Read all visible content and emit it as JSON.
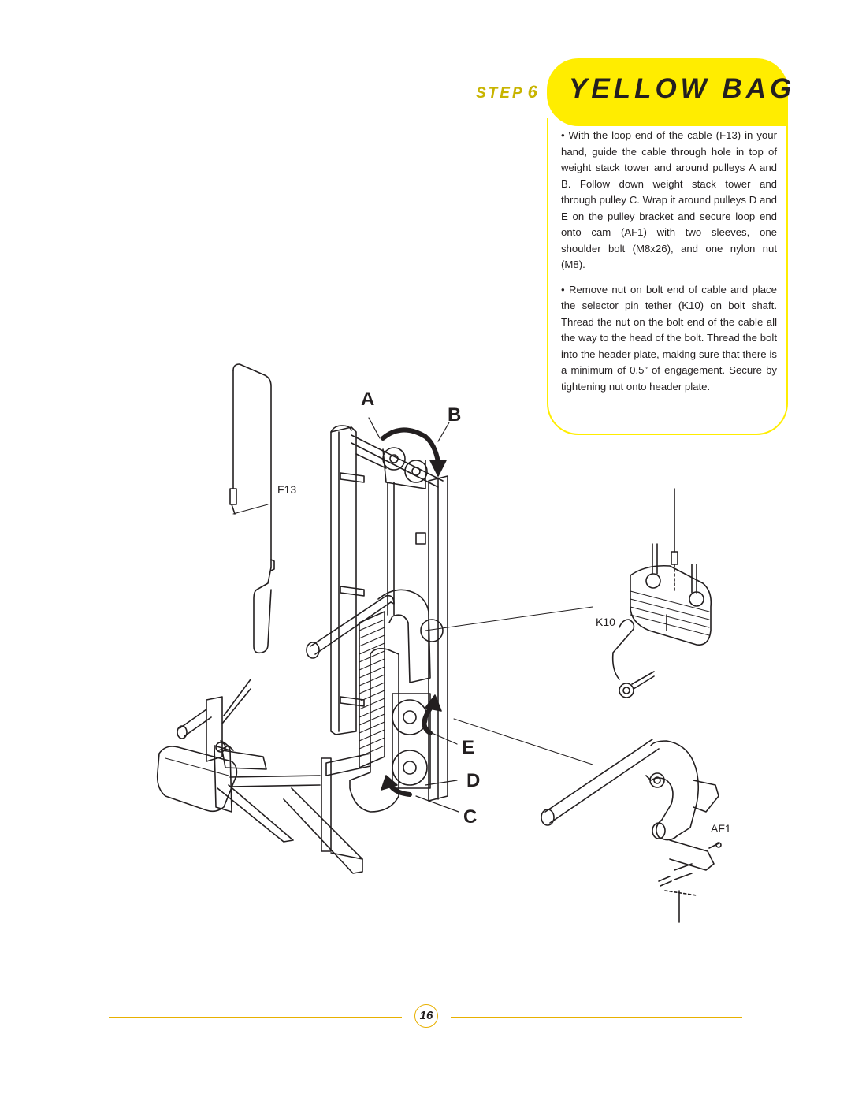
{
  "header": {
    "step_word": "STEP",
    "step_number": "6",
    "title": "YELLOW BAG",
    "accent_color": "#ffed00"
  },
  "instructions": [
    "• With the loop end of the cable (F13) in your hand, guide the cable through hole in top of weight stack tower and around pulleys A and B. Follow down weight stack tower and through pulley C. Wrap it around pulleys D and E on the pulley bracket and secure loop end onto cam (AF1) with two sleeves, one shoulder bolt (M8x26), and one nylon nut (M8).",
    "• Remove nut on bolt end of cable and place the selector pin tether (K10) on bolt shaft. Thread the nut on the bolt end of the cable all the way to the head of the bolt. Thread the bolt into the header plate, making sure that there is a minimum of 0.5” of engagement. Secure by tightening nut onto header plate."
  ],
  "diagram_labels": {
    "a": "A",
    "b": "B",
    "c": "C",
    "d": "D",
    "e": "E",
    "f13": "F13",
    "k10": "K10",
    "af1": "AF1"
  },
  "footer": {
    "page_number": "16"
  }
}
